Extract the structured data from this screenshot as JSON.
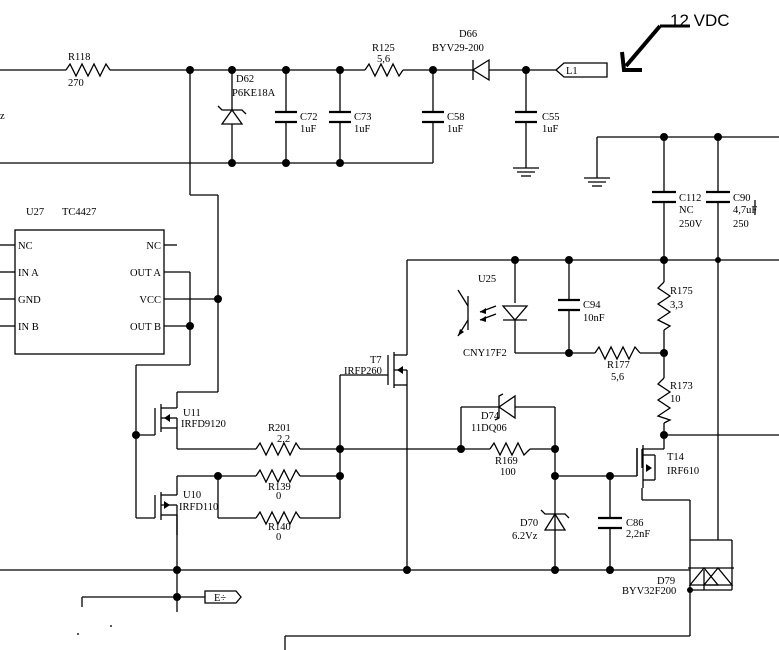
{
  "supply_label": "12 VDC",
  "net_l1": "L1",
  "net_e": "E÷",
  "edge_label": "z",
  "ic": {
    "ref": "U27",
    "part": "TC4427",
    "pins_left": [
      "NC",
      "IN A",
      "GND",
      "IN B"
    ],
    "pins_right": [
      "NC",
      "OUT A",
      "VCC",
      "OUT B"
    ]
  },
  "components": [
    {
      "ref": "R118",
      "value": "270"
    },
    {
      "ref": "D62",
      "value": "P6KE18A"
    },
    {
      "ref": "C72",
      "value": "1uF"
    },
    {
      "ref": "C73",
      "value": "1uF"
    },
    {
      "ref": "R125",
      "value": "5,6"
    },
    {
      "ref": "C58",
      "value": "1uF"
    },
    {
      "ref": "D66",
      "value": "BYV29-200"
    },
    {
      "ref": "C55",
      "value": "1uF"
    },
    {
      "ref": "C112",
      "value": "NC"
    },
    {
      "ref": "C112_v",
      "value": "250V"
    },
    {
      "ref": "C90",
      "value": "4,7uF"
    },
    {
      "ref": "C90_v",
      "value": "250"
    },
    {
      "ref": "U25",
      "value": "CNY17F2"
    },
    {
      "ref": "C94",
      "value": "10nF"
    },
    {
      "ref": "R175",
      "value": "3,3"
    },
    {
      "ref": "R177",
      "value": "5,6"
    },
    {
      "ref": "R173",
      "value": "10"
    },
    {
      "ref": "T7",
      "value": "IRFP260"
    },
    {
      "ref": "U11",
      "value": "IRFD9120"
    },
    {
      "ref": "R201",
      "value": "2,2"
    },
    {
      "ref": "D74",
      "value": "11DQ06"
    },
    {
      "ref": "R169",
      "value": "100"
    },
    {
      "ref": "T14",
      "value": "IRF610"
    },
    {
      "ref": "U10",
      "value": "IRFD110"
    },
    {
      "ref": "R139",
      "value": "0"
    },
    {
      "ref": "R140",
      "value": "0"
    },
    {
      "ref": "D70",
      "value": "6.2Vz"
    },
    {
      "ref": "C86",
      "value": "2,2nF"
    },
    {
      "ref": "D79",
      "value": "BYV32F200"
    }
  ]
}
